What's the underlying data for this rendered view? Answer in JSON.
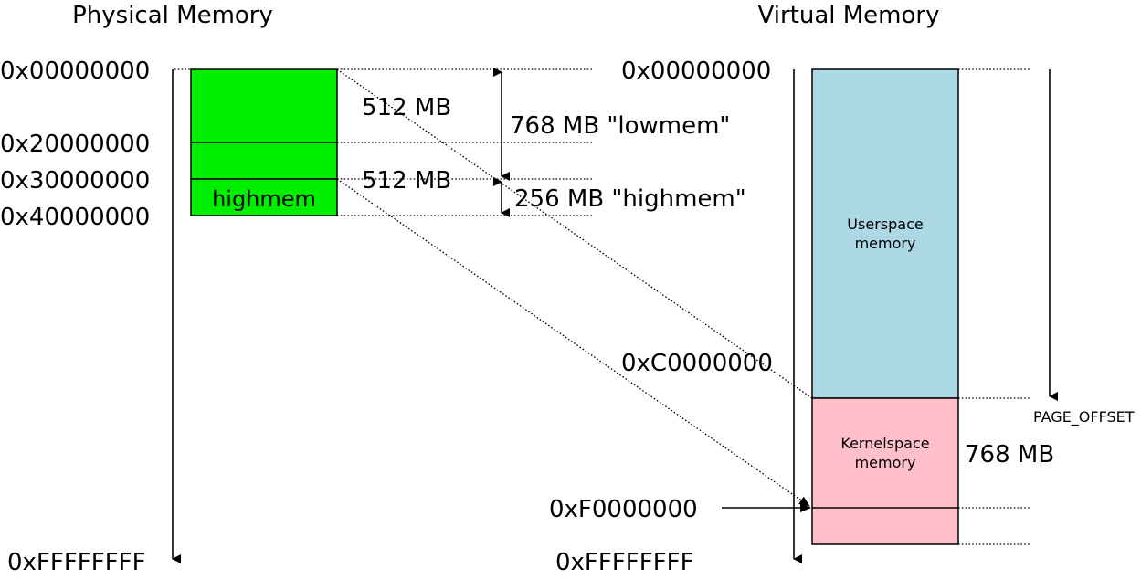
{
  "titles": {
    "physical": "Physical Memory",
    "virtual": "Virtual Memory"
  },
  "physical": {
    "addresses": [
      "0x00000000",
      "0x20000000",
      "0x30000000",
      "0x40000000",
      "0xFFFFFFFF"
    ],
    "highmem_label": "highmem",
    "size_512_a": "512 MB",
    "size_512_b": "512 MB",
    "lowmem_label": "768 MB \"lowmem\"",
    "highmem_range_label": "256 MB \"highmem\"",
    "block_color": "#00ee00"
  },
  "virtual": {
    "addresses": {
      "start": "0x00000000",
      "c0": "0xC0000000",
      "f0": "0xF0000000",
      "end": "0xFFFFFFFF"
    },
    "userspace_line1": "Userspace",
    "userspace_line2": "memory",
    "kernelspace_line1": "Kernelspace",
    "kernelspace_line2": "memory",
    "kernel_size": "768 MB",
    "page_offset": "PAGE_OFFSET",
    "user_color": "#add8e6",
    "kernel_color": "#ffc0cb"
  }
}
